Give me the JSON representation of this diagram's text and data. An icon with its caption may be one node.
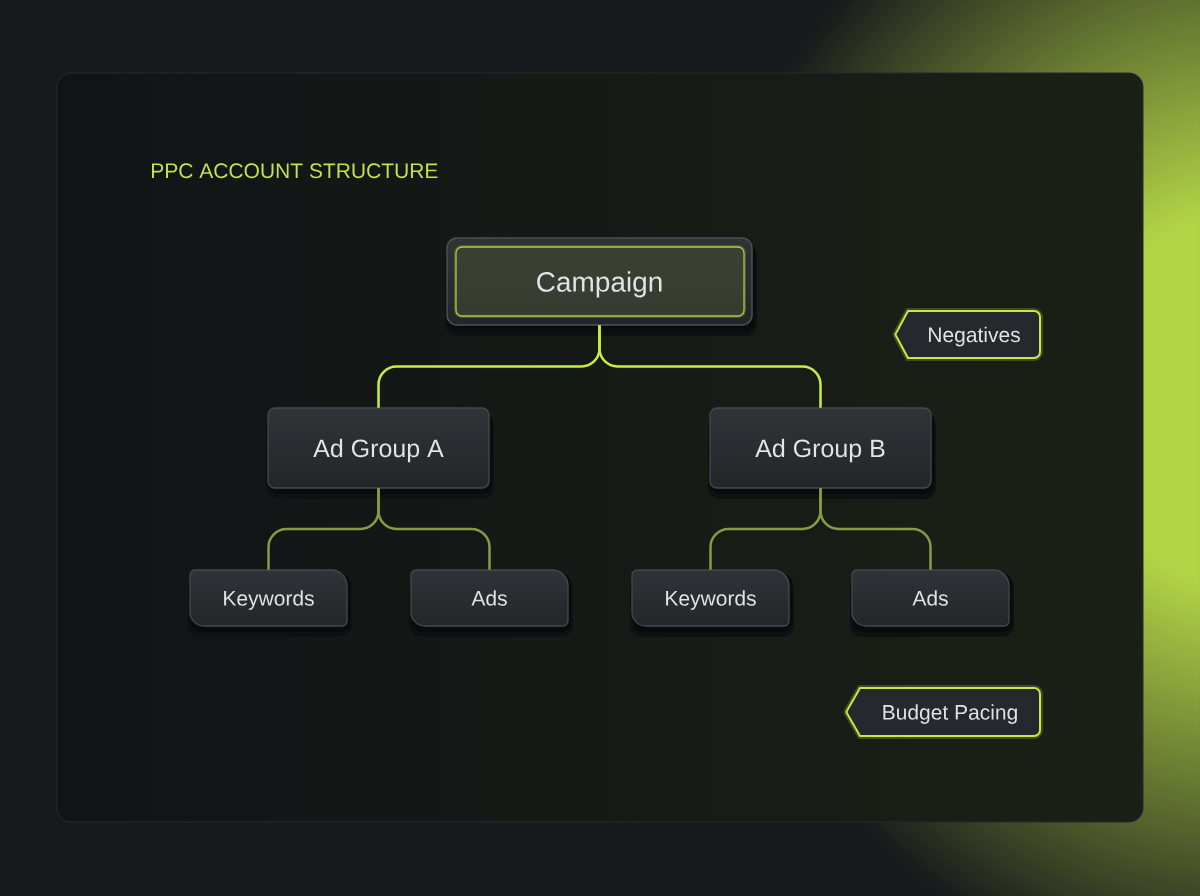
{
  "diagram": {
    "title": "PPC ACCOUNT STRUCTURE",
    "nodes": [
      {
        "text": [
          "Campaign"
        ]
      },
      {
        "text": [
          "Ad Group A"
        ]
      },
      {
        "text": [
          "Ad Group B"
        ]
      },
      {
        "text": [
          "Keywords"
        ]
      },
      {
        "text": [
          "Ads"
        ]
      },
      {
        "text": [
          "Keywords"
        ]
      },
      {
        "text": [
          "Ads"
        ]
      },
      {
        "text": [
          "Negatives"
        ]
      },
      {
        "text": [
          "Budget Pacing"
        ]
      }
    ],
    "edges": [
      {
        "from": 0,
        "to": 1,
        "arrow": "none",
        "color": "#c8ef3f"
      },
      {
        "from": 0,
        "to": 2,
        "arrow": "none",
        "color": "#c8ef3f"
      },
      {
        "from": 1,
        "to": 3,
        "arrow": "none"
      },
      {
        "from": 1,
        "to": 4,
        "arrow": "none"
      },
      {
        "from": 2,
        "to": 5,
        "arrow": "none"
      },
      {
        "from": 2,
        "to": 6,
        "arrow": "none"
      }
    ]
  }
}
